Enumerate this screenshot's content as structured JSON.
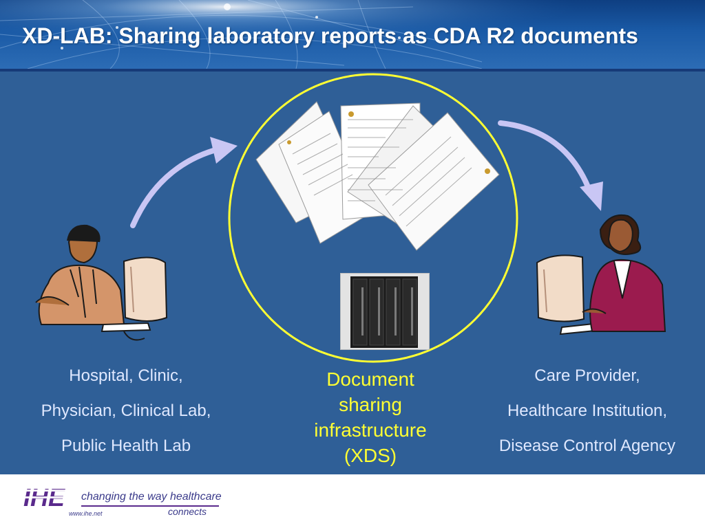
{
  "slide": {
    "title": "XD-LAB: Sharing laboratory reports as CDA R2 documents"
  },
  "diagram": {
    "source": {
      "lines": [
        "Hospital, Clinic,",
        "Physician, Clinical Lab,",
        "Public Health Lab"
      ],
      "icon": "male-user-at-computer-icon"
    },
    "center": {
      "lines": [
        "Document",
        "sharing",
        "infrastructure",
        "(XDS)"
      ],
      "icons": [
        "lab-report-documents-icon",
        "server-rack-icon"
      ]
    },
    "consumer": {
      "lines": [
        "Care Provider,",
        "Healthcare Institution,",
        "Disease Control Agency"
      ],
      "icon": "female-user-at-computer-icon"
    },
    "arrows": [
      "source-to-repository",
      "repository-to-consumer"
    ]
  },
  "footer": {
    "logo_text": "IHE",
    "tagline": "changing the way healthcare",
    "tagline_end": "connects",
    "website": "www.ihe.net"
  },
  "colors": {
    "background": "#2f5f97",
    "title": "#ffffff",
    "label": "#dfe8ff",
    "center_label": "#ffff33",
    "circle": "#ffff33",
    "arrow": "#c9c6f4",
    "logo_purple": "#5a2a8c"
  }
}
